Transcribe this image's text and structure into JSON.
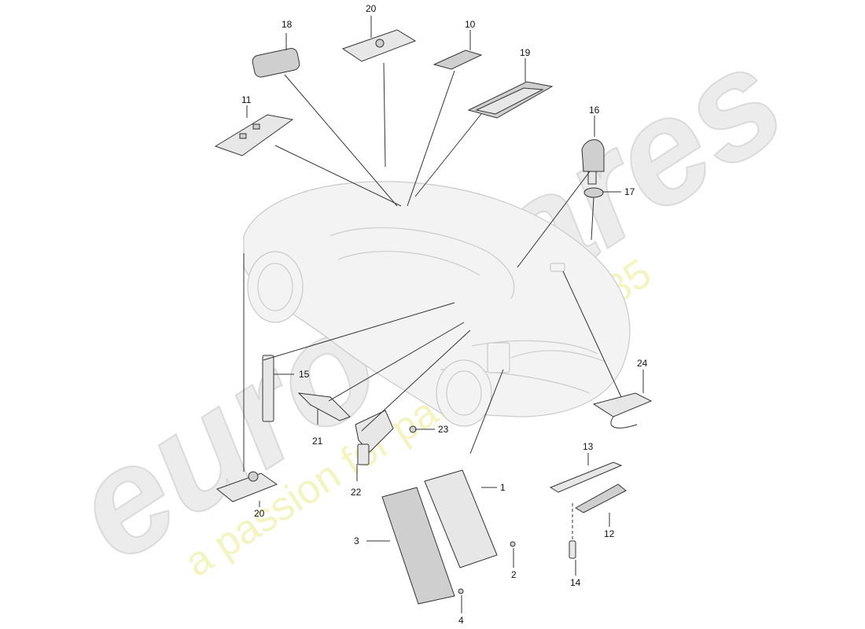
{
  "watermark": {
    "brand_text": "eurospares",
    "tagline": "a passion for parts since 1985",
    "brand_color": "#dcdcdc",
    "tagline_color": "#f2f2b0"
  },
  "callouts": {
    "c1": "1",
    "c2": "2",
    "c3": "3",
    "c4": "4",
    "c10": "10",
    "c11": "11",
    "c12": "12",
    "c13": "13",
    "c14": "14",
    "c15": "15",
    "c16": "16",
    "c17": "17",
    "c18": "18",
    "c19": "19",
    "c20a": "20",
    "c20b": "20",
    "c21": "21",
    "c22": "22",
    "c23": "23",
    "c24": "24"
  }
}
